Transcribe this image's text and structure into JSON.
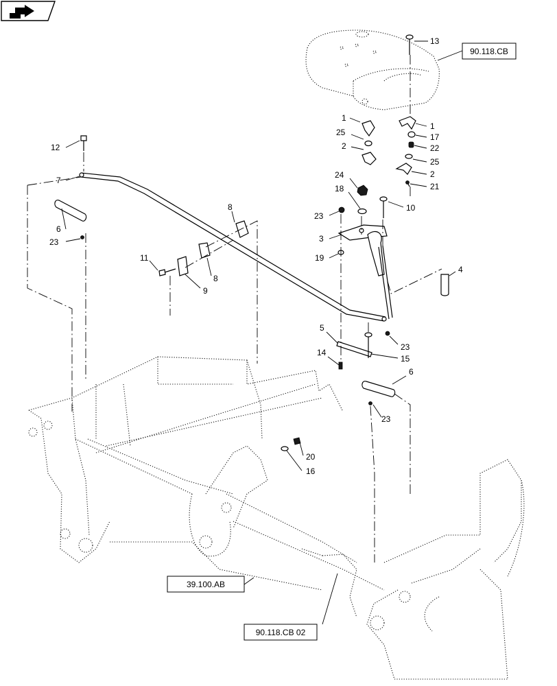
{
  "nav": {
    "icon": "arrow-right-icon"
  },
  "references": [
    {
      "id": "ref-top",
      "label": "90.118.CB"
    },
    {
      "id": "ref-frame",
      "label": "39.100.AB"
    },
    {
      "id": "ref-bottom",
      "label": "90.118.CB 02"
    }
  ],
  "callouts": [
    {
      "n": "13"
    },
    {
      "n": "1"
    },
    {
      "n": "1"
    },
    {
      "n": "17"
    },
    {
      "n": "22"
    },
    {
      "n": "25"
    },
    {
      "n": "25"
    },
    {
      "n": "2"
    },
    {
      "n": "2"
    },
    {
      "n": "21"
    },
    {
      "n": "24"
    },
    {
      "n": "18"
    },
    {
      "n": "10"
    },
    {
      "n": "23"
    },
    {
      "n": "3"
    },
    {
      "n": "19"
    },
    {
      "n": "4"
    },
    {
      "n": "12"
    },
    {
      "n": "7"
    },
    {
      "n": "6"
    },
    {
      "n": "23"
    },
    {
      "n": "8"
    },
    {
      "n": "11"
    },
    {
      "n": "8"
    },
    {
      "n": "9"
    },
    {
      "n": "5"
    },
    {
      "n": "23"
    },
    {
      "n": "14"
    },
    {
      "n": "15"
    },
    {
      "n": "6"
    },
    {
      "n": "23"
    },
    {
      "n": "20"
    },
    {
      "n": "16"
    }
  ]
}
